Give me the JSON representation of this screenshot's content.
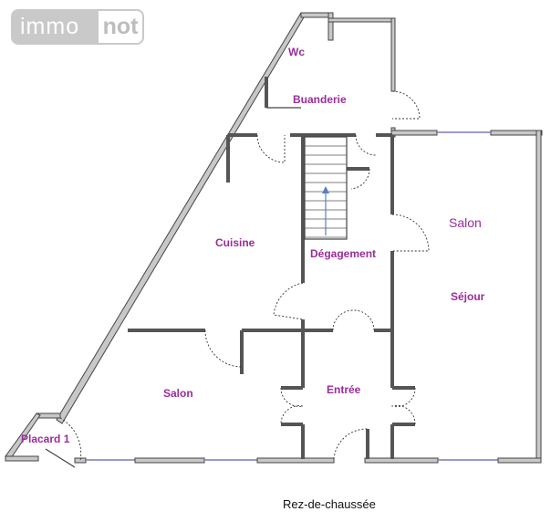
{
  "logo": {
    "part1": "immo",
    "part2": "not"
  },
  "rooms": {
    "wc": "Wc",
    "buanderie": "Buanderie",
    "cuisine": "Cuisine",
    "degagement": "Dégagement",
    "salon_right": "Salon",
    "sejour": "Séjour",
    "salon_left": "Salon",
    "entree": "Entrée",
    "placard": "Placard 1"
  },
  "caption": "Rez-de-chaussée"
}
